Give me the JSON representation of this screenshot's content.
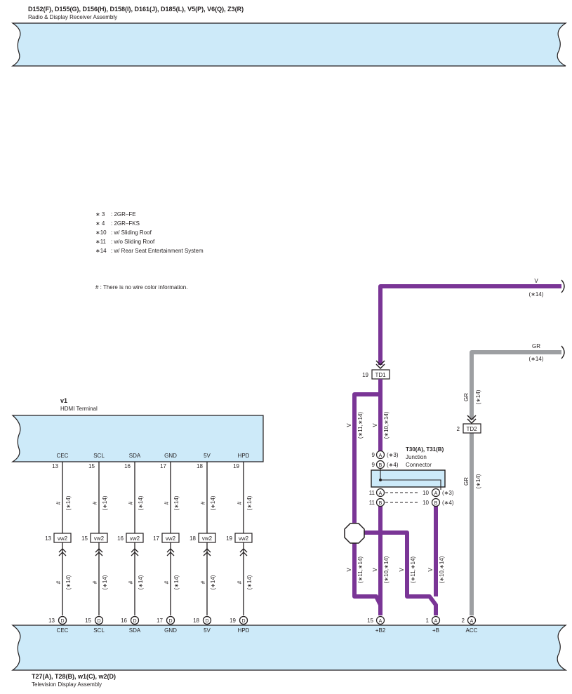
{
  "top_assembly": {
    "codes": "D152(F), D155(G), D156(H), D158(I), D161(J), D185(L), V5(P), V6(Q), Z3(R)",
    "name": "Radio & Display Receiver Assembly"
  },
  "notes": [
    {
      "key": "∗ 3",
      "text": ": 2GR–FE"
    },
    {
      "key": "∗ 4",
      "text": ": 2GR–FKS"
    },
    {
      "key": "∗10",
      "text": ": w/ Sliding Roof"
    },
    {
      "key": "∗11",
      "text": ": w/o Sliding Roof"
    },
    {
      "key": "∗14",
      "text": ": w/ Rear Seat Entertainment System"
    }
  ],
  "hash_note": "#  :  There is no wire color information.",
  "hdmi_terminal": {
    "code": "v1",
    "name": "HDMI Terminal",
    "pins": [
      {
        "label": "CEC",
        "pin": "13",
        "conn": "vw2",
        "tag": "#",
        "cond": "(∗14)",
        "bottom_pin": "13",
        "bottom_conn": "D",
        "bottom_label": "CEC"
      },
      {
        "label": "SCL",
        "pin": "15",
        "conn": "vw2",
        "tag": "#",
        "cond": "(∗14)",
        "bottom_pin": "15",
        "bottom_conn": "D",
        "bottom_label": "SCL"
      },
      {
        "label": "SDA",
        "pin": "16",
        "conn": "vw2",
        "tag": "#",
        "cond": "(∗14)",
        "bottom_pin": "16",
        "bottom_conn": "D",
        "bottom_label": "SDA"
      },
      {
        "label": "GND",
        "pin": "17",
        "conn": "vw2",
        "tag": "#",
        "cond": "(∗14)",
        "bottom_pin": "17",
        "bottom_conn": "D",
        "bottom_label": "GND"
      },
      {
        "label": "5V",
        "pin": "18",
        "conn": "vw2",
        "tag": "#",
        "cond": "(∗14)",
        "bottom_pin": "18",
        "bottom_conn": "D",
        "bottom_label": "5V"
      },
      {
        "label": "HPD",
        "pin": "19",
        "conn": "vw2",
        "tag": "#",
        "cond": "(∗14)",
        "bottom_pin": "19",
        "bottom_conn": "D",
        "bottom_label": "HPD"
      }
    ]
  },
  "right_circuit": {
    "v_wire": {
      "color_label": "V",
      "cond": "(∗14)"
    },
    "gr_wire": {
      "color_label": "GR",
      "cond": "(∗14)"
    },
    "td1": {
      "pin": "19",
      "name": "TD1"
    },
    "td2": {
      "pin": "2",
      "name": "TD2"
    },
    "junction": {
      "codes": "T30(A), T31(B)",
      "name_line1": "Junction",
      "name_line2": "Connector",
      "top_pins": [
        {
          "pin": "9",
          "conn": "A",
          "cond": "(∗3)"
        },
        {
          "pin": "9",
          "conn": "B",
          "cond": "(∗4)"
        }
      ],
      "bottom_left": [
        {
          "pin": "11",
          "conn": "A"
        },
        {
          "pin": "11",
          "conn": "B"
        }
      ],
      "bottom_right": [
        {
          "pin": "10",
          "conn": "A",
          "cond": "(∗3)"
        },
        {
          "pin": "10",
          "conn": "B",
          "cond": "(∗4)"
        }
      ]
    },
    "wire_labels": {
      "v": "V",
      "gr": "GR",
      "c11_14": "(∗11,∗14)",
      "c10_14": "(∗10,∗14)",
      "c14": "(∗14)"
    },
    "bottom_terminals": [
      {
        "pin": "15",
        "conn": "A",
        "label": "+B2"
      },
      {
        "pin": "1",
        "conn": "A",
        "label": "+B"
      },
      {
        "pin": "2",
        "conn": "A",
        "label": "ACC"
      }
    ]
  },
  "bottom_assembly": {
    "codes": "T27(A), T28(B), w1(C), w2(D)",
    "name": "Television Display Assembly"
  },
  "colors": {
    "panel_fill": "#cdeaf9",
    "violet": "#7a3596",
    "gray": "#9d9fa2",
    "line": "#231f20"
  }
}
